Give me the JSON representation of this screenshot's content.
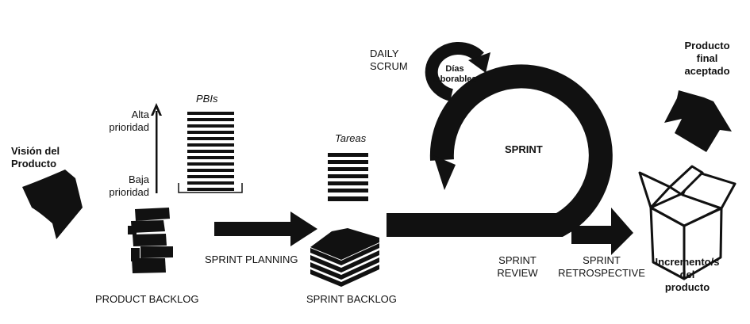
{
  "colors": {
    "ink": "#111111",
    "background": "#ffffff"
  },
  "labels": {
    "vision": "Visión del\nProducto",
    "high_priority": "Alta\nprioridad",
    "low_priority": "Baja\nprioridad",
    "pbis": "PBIs",
    "product_backlog": "PRODUCT BACKLOG",
    "sprint_planning": "SPRINT PLANNING",
    "tasks": "Tareas",
    "sprint_backlog": "SPRINT BACKLOG",
    "daily_scrum": "DAILY\nSCRUM",
    "working_days": "Días\nlaborables",
    "sprint": "SPRINT",
    "sprint_review": "SPRINT\nREVIEW",
    "sprint_retrospective": "SPRINT\nRETROSPECTIVE",
    "increment": "Incremento/s\ndel\nproducto",
    "final_product": "Producto\nfinal\naceptado"
  }
}
